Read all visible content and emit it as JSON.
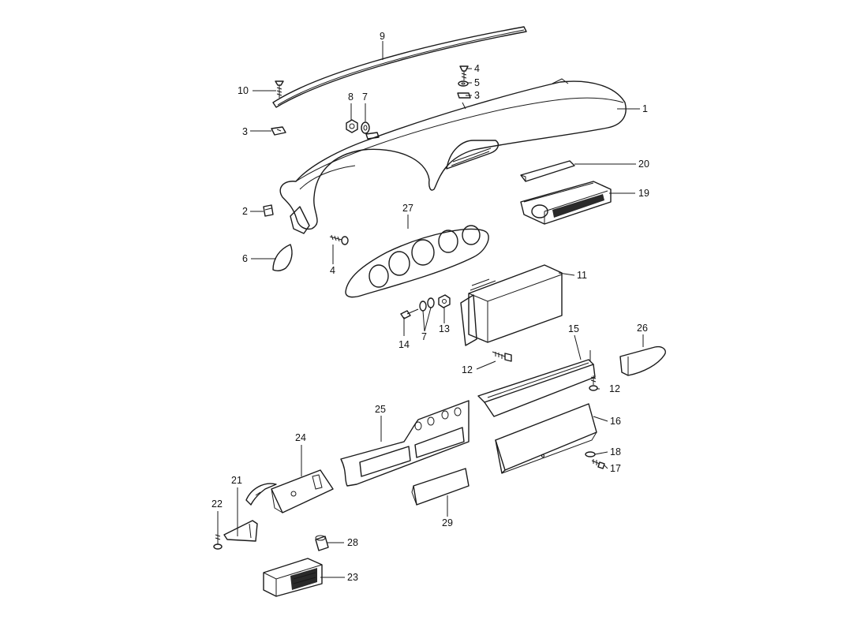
{
  "callouts": [
    {
      "id": "c1",
      "text": "1"
    },
    {
      "id": "c2",
      "text": "2"
    },
    {
      "id": "c3a",
      "text": "3"
    },
    {
      "id": "c3b",
      "text": "3"
    },
    {
      "id": "c4a",
      "text": "4"
    },
    {
      "id": "c4b",
      "text": "4"
    },
    {
      "id": "c5",
      "text": "5"
    },
    {
      "id": "c6",
      "text": "6"
    },
    {
      "id": "c7a",
      "text": "7"
    },
    {
      "id": "c7b",
      "text": "7"
    },
    {
      "id": "c8",
      "text": "8"
    },
    {
      "id": "c9",
      "text": "9"
    },
    {
      "id": "c10",
      "text": "10"
    },
    {
      "id": "c11",
      "text": "11"
    },
    {
      "id": "c12a",
      "text": "12"
    },
    {
      "id": "c12b",
      "text": "12"
    },
    {
      "id": "c13",
      "text": "13"
    },
    {
      "id": "c14",
      "text": "14"
    },
    {
      "id": "c15",
      "text": "15"
    },
    {
      "id": "c16",
      "text": "16"
    },
    {
      "id": "c17",
      "text": "17"
    },
    {
      "id": "c18",
      "text": "18"
    },
    {
      "id": "c19",
      "text": "19"
    },
    {
      "id": "c20",
      "text": "20"
    },
    {
      "id": "c21",
      "text": "21"
    },
    {
      "id": "c22",
      "text": "22"
    },
    {
      "id": "c23",
      "text": "23"
    },
    {
      "id": "c24",
      "text": "24"
    },
    {
      "id": "c25",
      "text": "25"
    },
    {
      "id": "c26",
      "text": "26"
    },
    {
      "id": "c27",
      "text": "27"
    },
    {
      "id": "c28",
      "text": "28"
    },
    {
      "id": "c29",
      "text": "29"
    }
  ]
}
